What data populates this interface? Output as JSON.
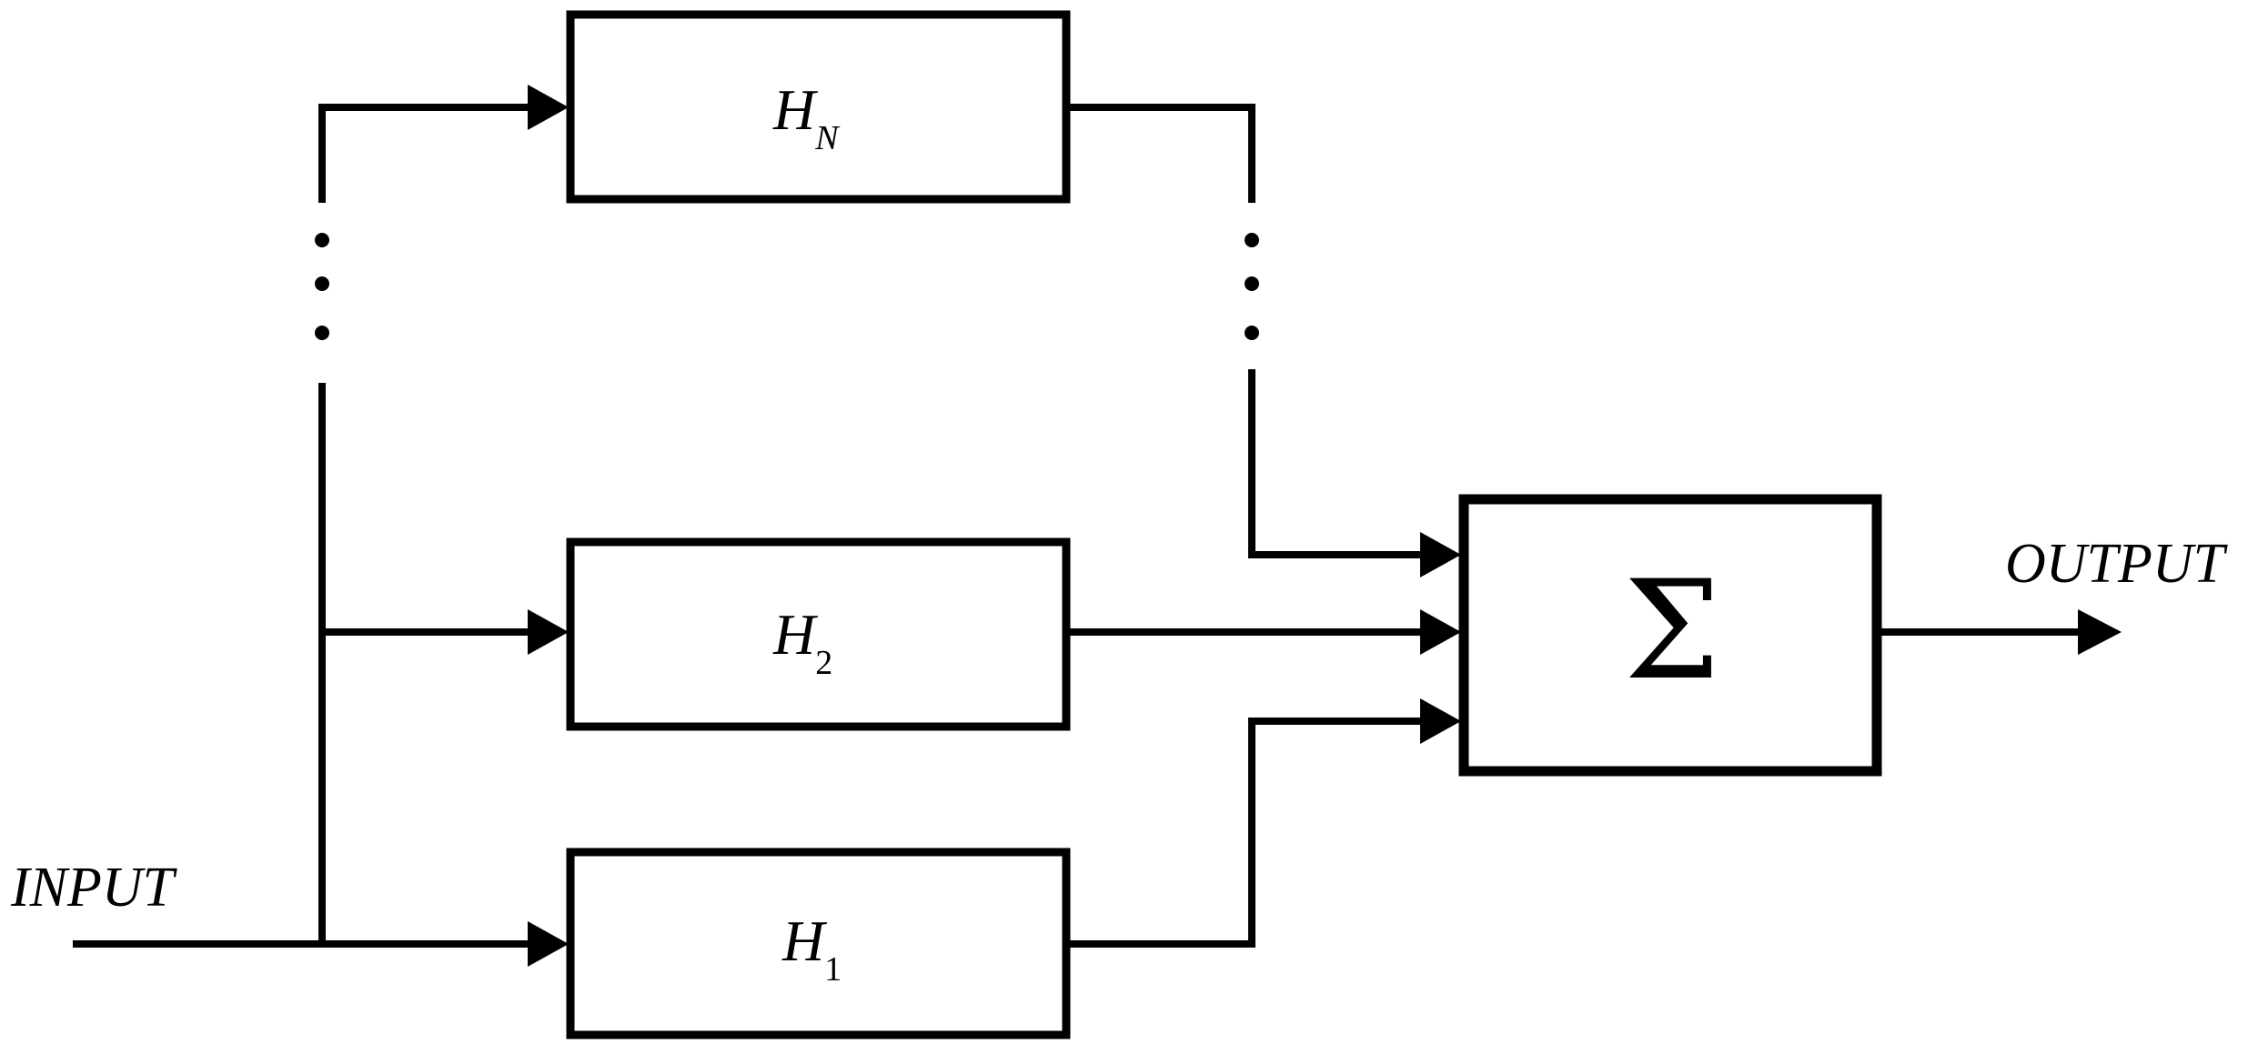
{
  "diagram": {
    "input_label": "INPUT",
    "output_label": "OUTPUT",
    "sum_symbol": "Σ",
    "ellipsis_left": "⋮",
    "ellipsis_right": "⋮",
    "blocks": {
      "hn": {
        "base": "H",
        "subscript": "N"
      },
      "h2": {
        "base": "H",
        "subscript": "2"
      },
      "h1": {
        "base": "H",
        "subscript": "1"
      }
    }
  }
}
